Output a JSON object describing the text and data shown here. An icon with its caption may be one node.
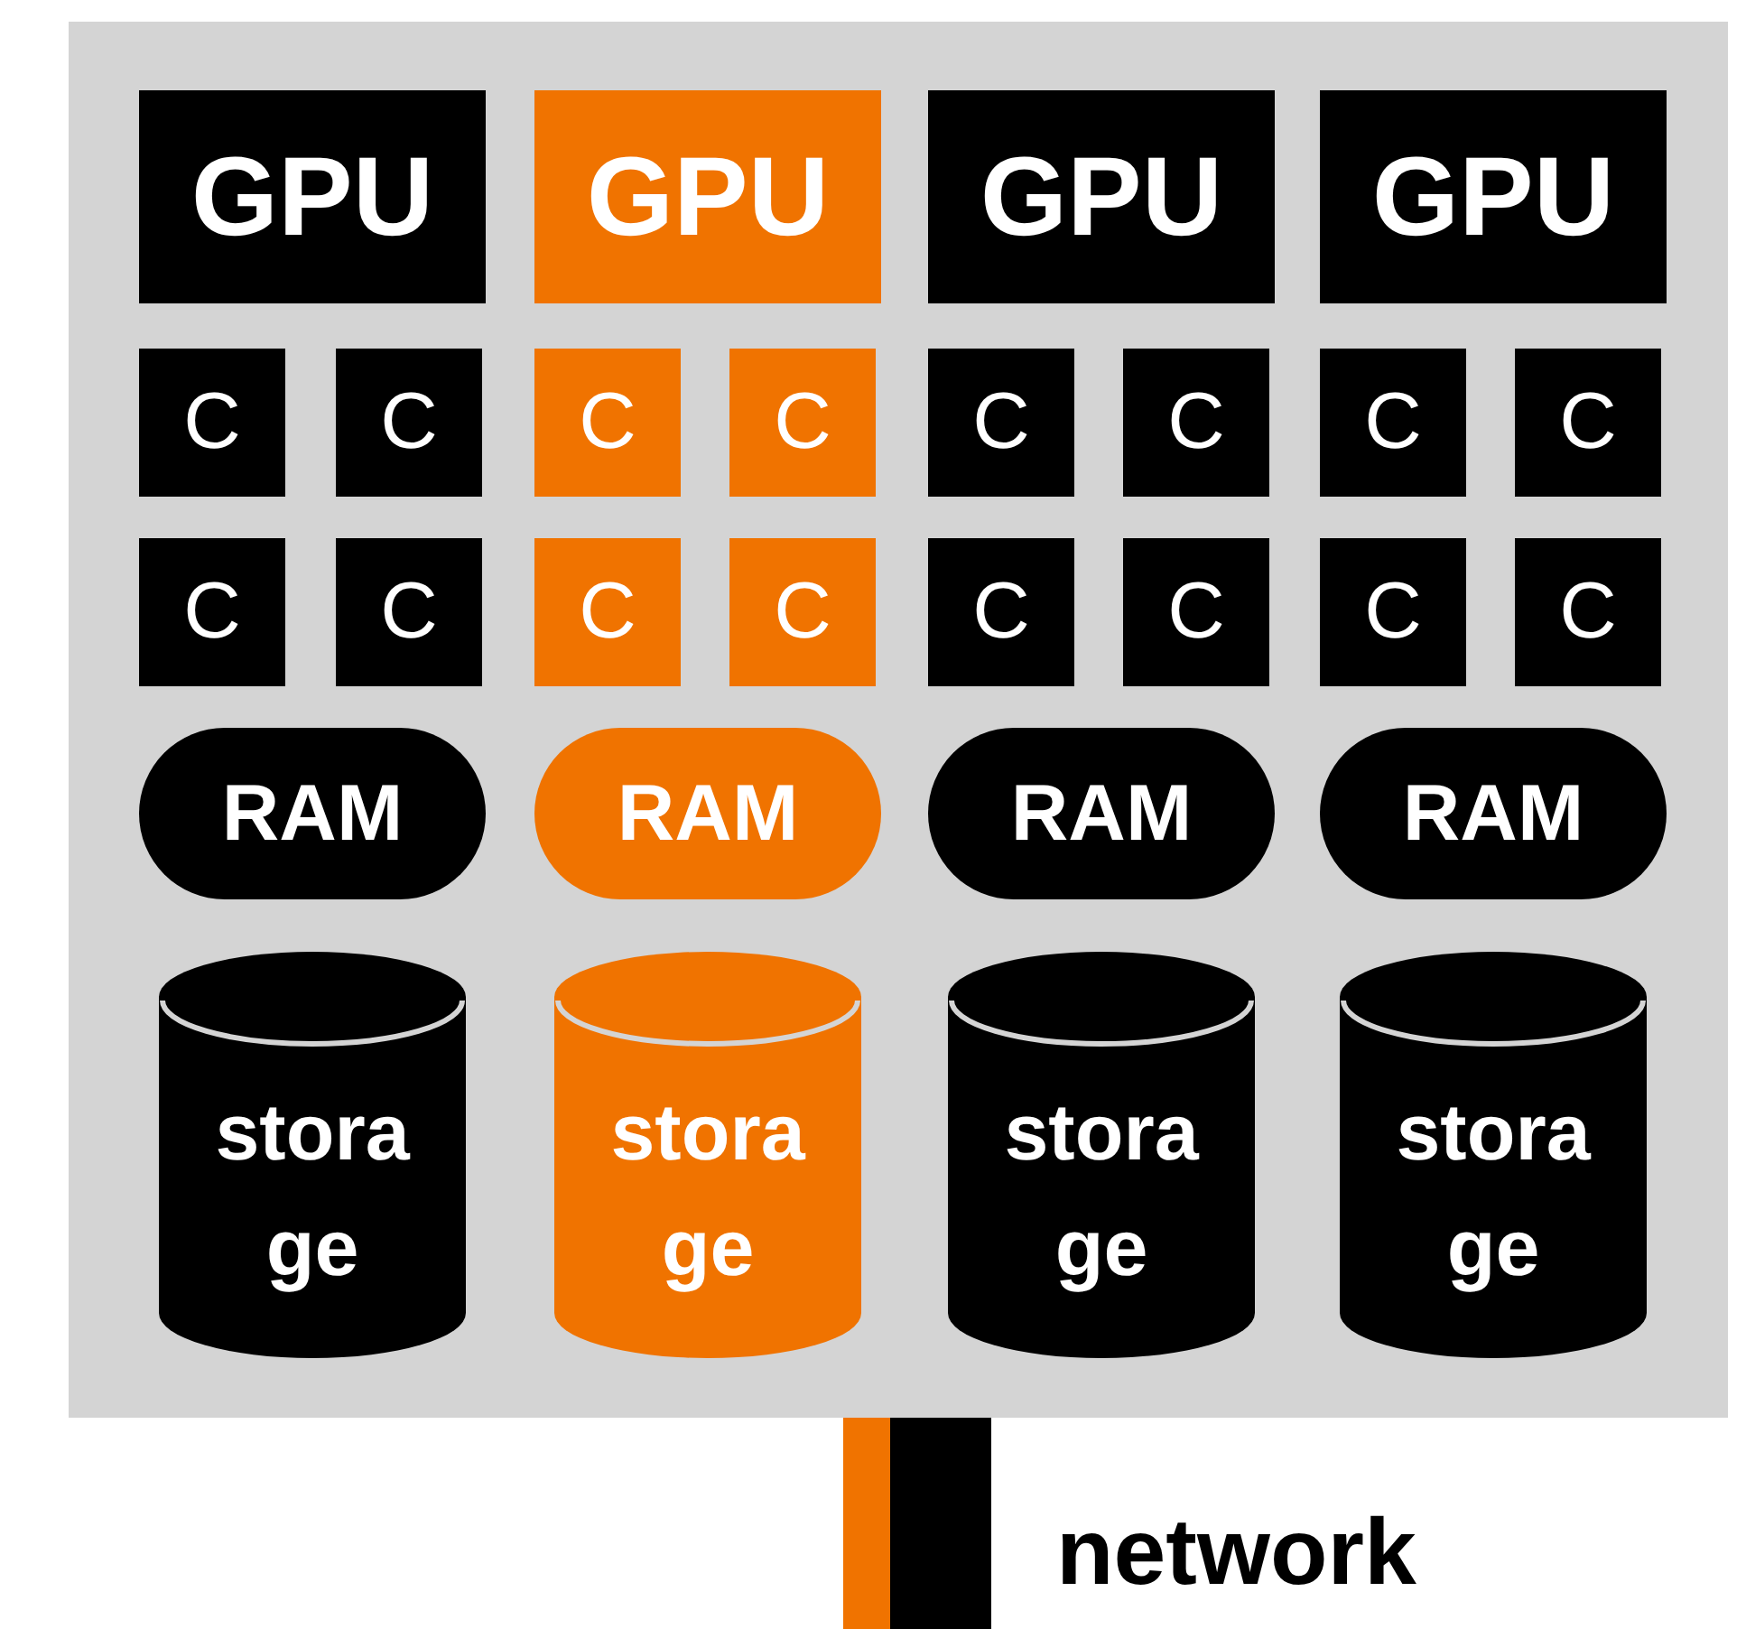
{
  "diagram": {
    "nodes": [
      {
        "text": [],
        "shape": "box"
      },
      {
        "text": [
          "GPU"
        ],
        "in": 0
      },
      {
        "text": [
          "GPU"
        ],
        "in": 0
      },
      {
        "text": [
          "GPU"
        ],
        "in": 0
      },
      {
        "text": [
          "GPU"
        ],
        "in": 0
      },
      {
        "text": [
          "C"
        ],
        "in": 0
      },
      {
        "text": [
          "C"
        ],
        "in": 0
      },
      {
        "text": [
          "C"
        ],
        "in": 0
      },
      {
        "text": [
          "C"
        ],
        "in": 0
      },
      {
        "text": [
          "C"
        ],
        "in": 0
      },
      {
        "text": [
          "C"
        ],
        "in": 0
      },
      {
        "text": [
          "C"
        ],
        "in": 0
      },
      {
        "text": [
          "C"
        ],
        "in": 0
      },
      {
        "text": [
          "C"
        ],
        "in": 0
      },
      {
        "text": [
          "C"
        ],
        "in": 0
      },
      {
        "text": [
          "C"
        ],
        "in": 0
      },
      {
        "text": [
          "C"
        ],
        "in": 0
      },
      {
        "text": [
          "C"
        ],
        "in": 0
      },
      {
        "text": [
          "C"
        ],
        "in": 0
      },
      {
        "text": [
          "C"
        ],
        "in": 0
      },
      {
        "text": [
          "C"
        ],
        "in": 0
      },
      {
        "text": [
          "RAM"
        ],
        "in": 0
      },
      {
        "text": [
          "RAM"
        ],
        "in": 0
      },
      {
        "text": [
          "RAM"
        ],
        "in": 0
      },
      {
        "text": [
          "RAM"
        ],
        "in": 0
      },
      {
        "text": [
          "storage"
        ],
        "in": 0
      },
      {
        "text": [
          "storage"
        ],
        "in": 0
      },
      {
        "text": [
          "storage"
        ],
        "in": 0
      },
      {
        "text": [
          "storage"
        ],
        "in": 0
      },
      {
        "text": [],
        "shape": "bar",
        "beside": [
          "network"
        ]
      }
    ]
  }
}
